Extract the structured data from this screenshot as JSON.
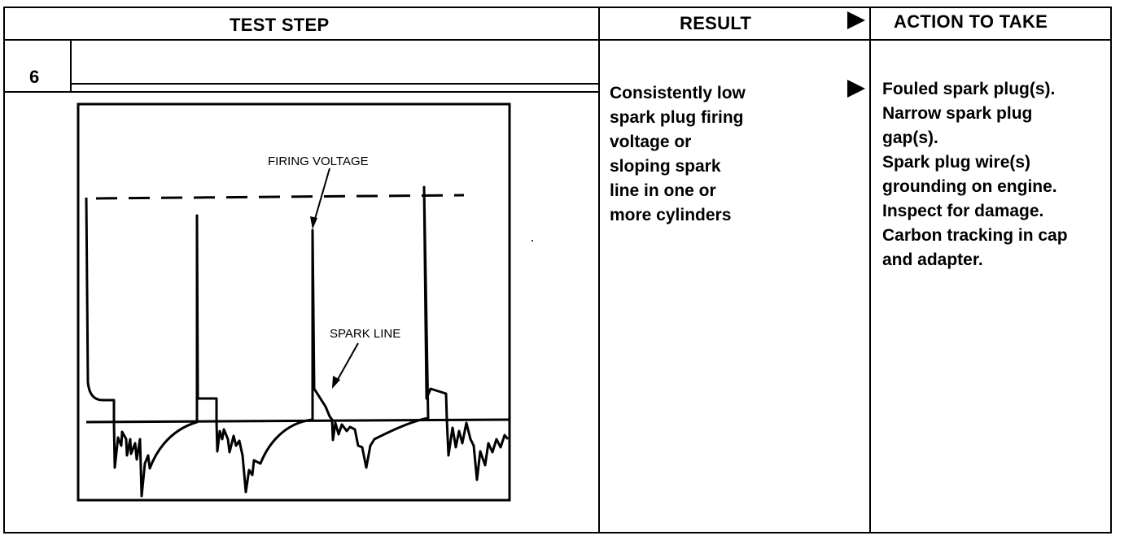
{
  "header": {
    "test_step": "TEST STEP",
    "result": "RESULT",
    "action": "ACTION TO TAKE"
  },
  "step": {
    "number": "6"
  },
  "diagram": {
    "label_firing_voltage": "FIRING VOLTAGE",
    "label_spark_line": "SPARK LINE"
  },
  "result": {
    "lines": [
      "Consistently low",
      "spark plug firing",
      "voltage or",
      "sloping spark",
      "line in one or",
      "more cylinders"
    ]
  },
  "action": {
    "lines": [
      "Fouled spark plug(s).",
      "Narrow spark plug",
      "gap(s).",
      "Spark plug wire(s)",
      "grounding on engine.",
      "Inspect for damage.",
      "Carbon tracking in cap",
      "and adapter."
    ]
  },
  "icons": {
    "result_arrow": "right-triangle-icon",
    "header_arrow": "right-triangle-icon"
  }
}
